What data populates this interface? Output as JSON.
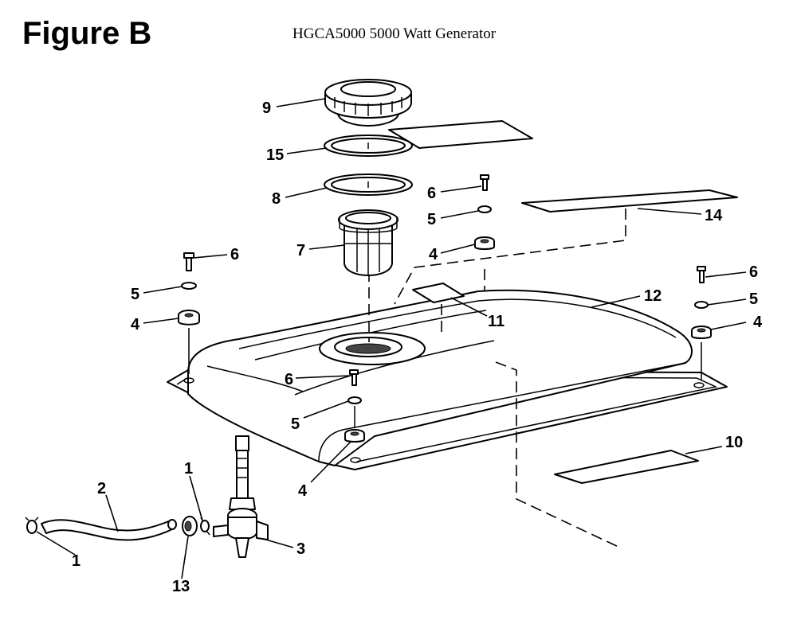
{
  "header": {
    "figure_label": "Figure B",
    "subtitle": "HGCA5000 5000 Watt Generator"
  },
  "callouts": {
    "c1a": "1",
    "c1b": "1",
    "c2": "2",
    "c3": "3",
    "c4a": "4",
    "c4b": "4",
    "c4c": "4",
    "c4d": "4",
    "c5a": "5",
    "c5b": "5",
    "c5c": "5",
    "c5d": "5",
    "c6a": "6",
    "c6b": "6",
    "c6c": "6",
    "c6d": "6",
    "c7": "7",
    "c8": "8",
    "c9": "9",
    "c10": "10",
    "c11": "11",
    "c12": "12",
    "c13": "13",
    "c14": "14",
    "c15": "15"
  }
}
